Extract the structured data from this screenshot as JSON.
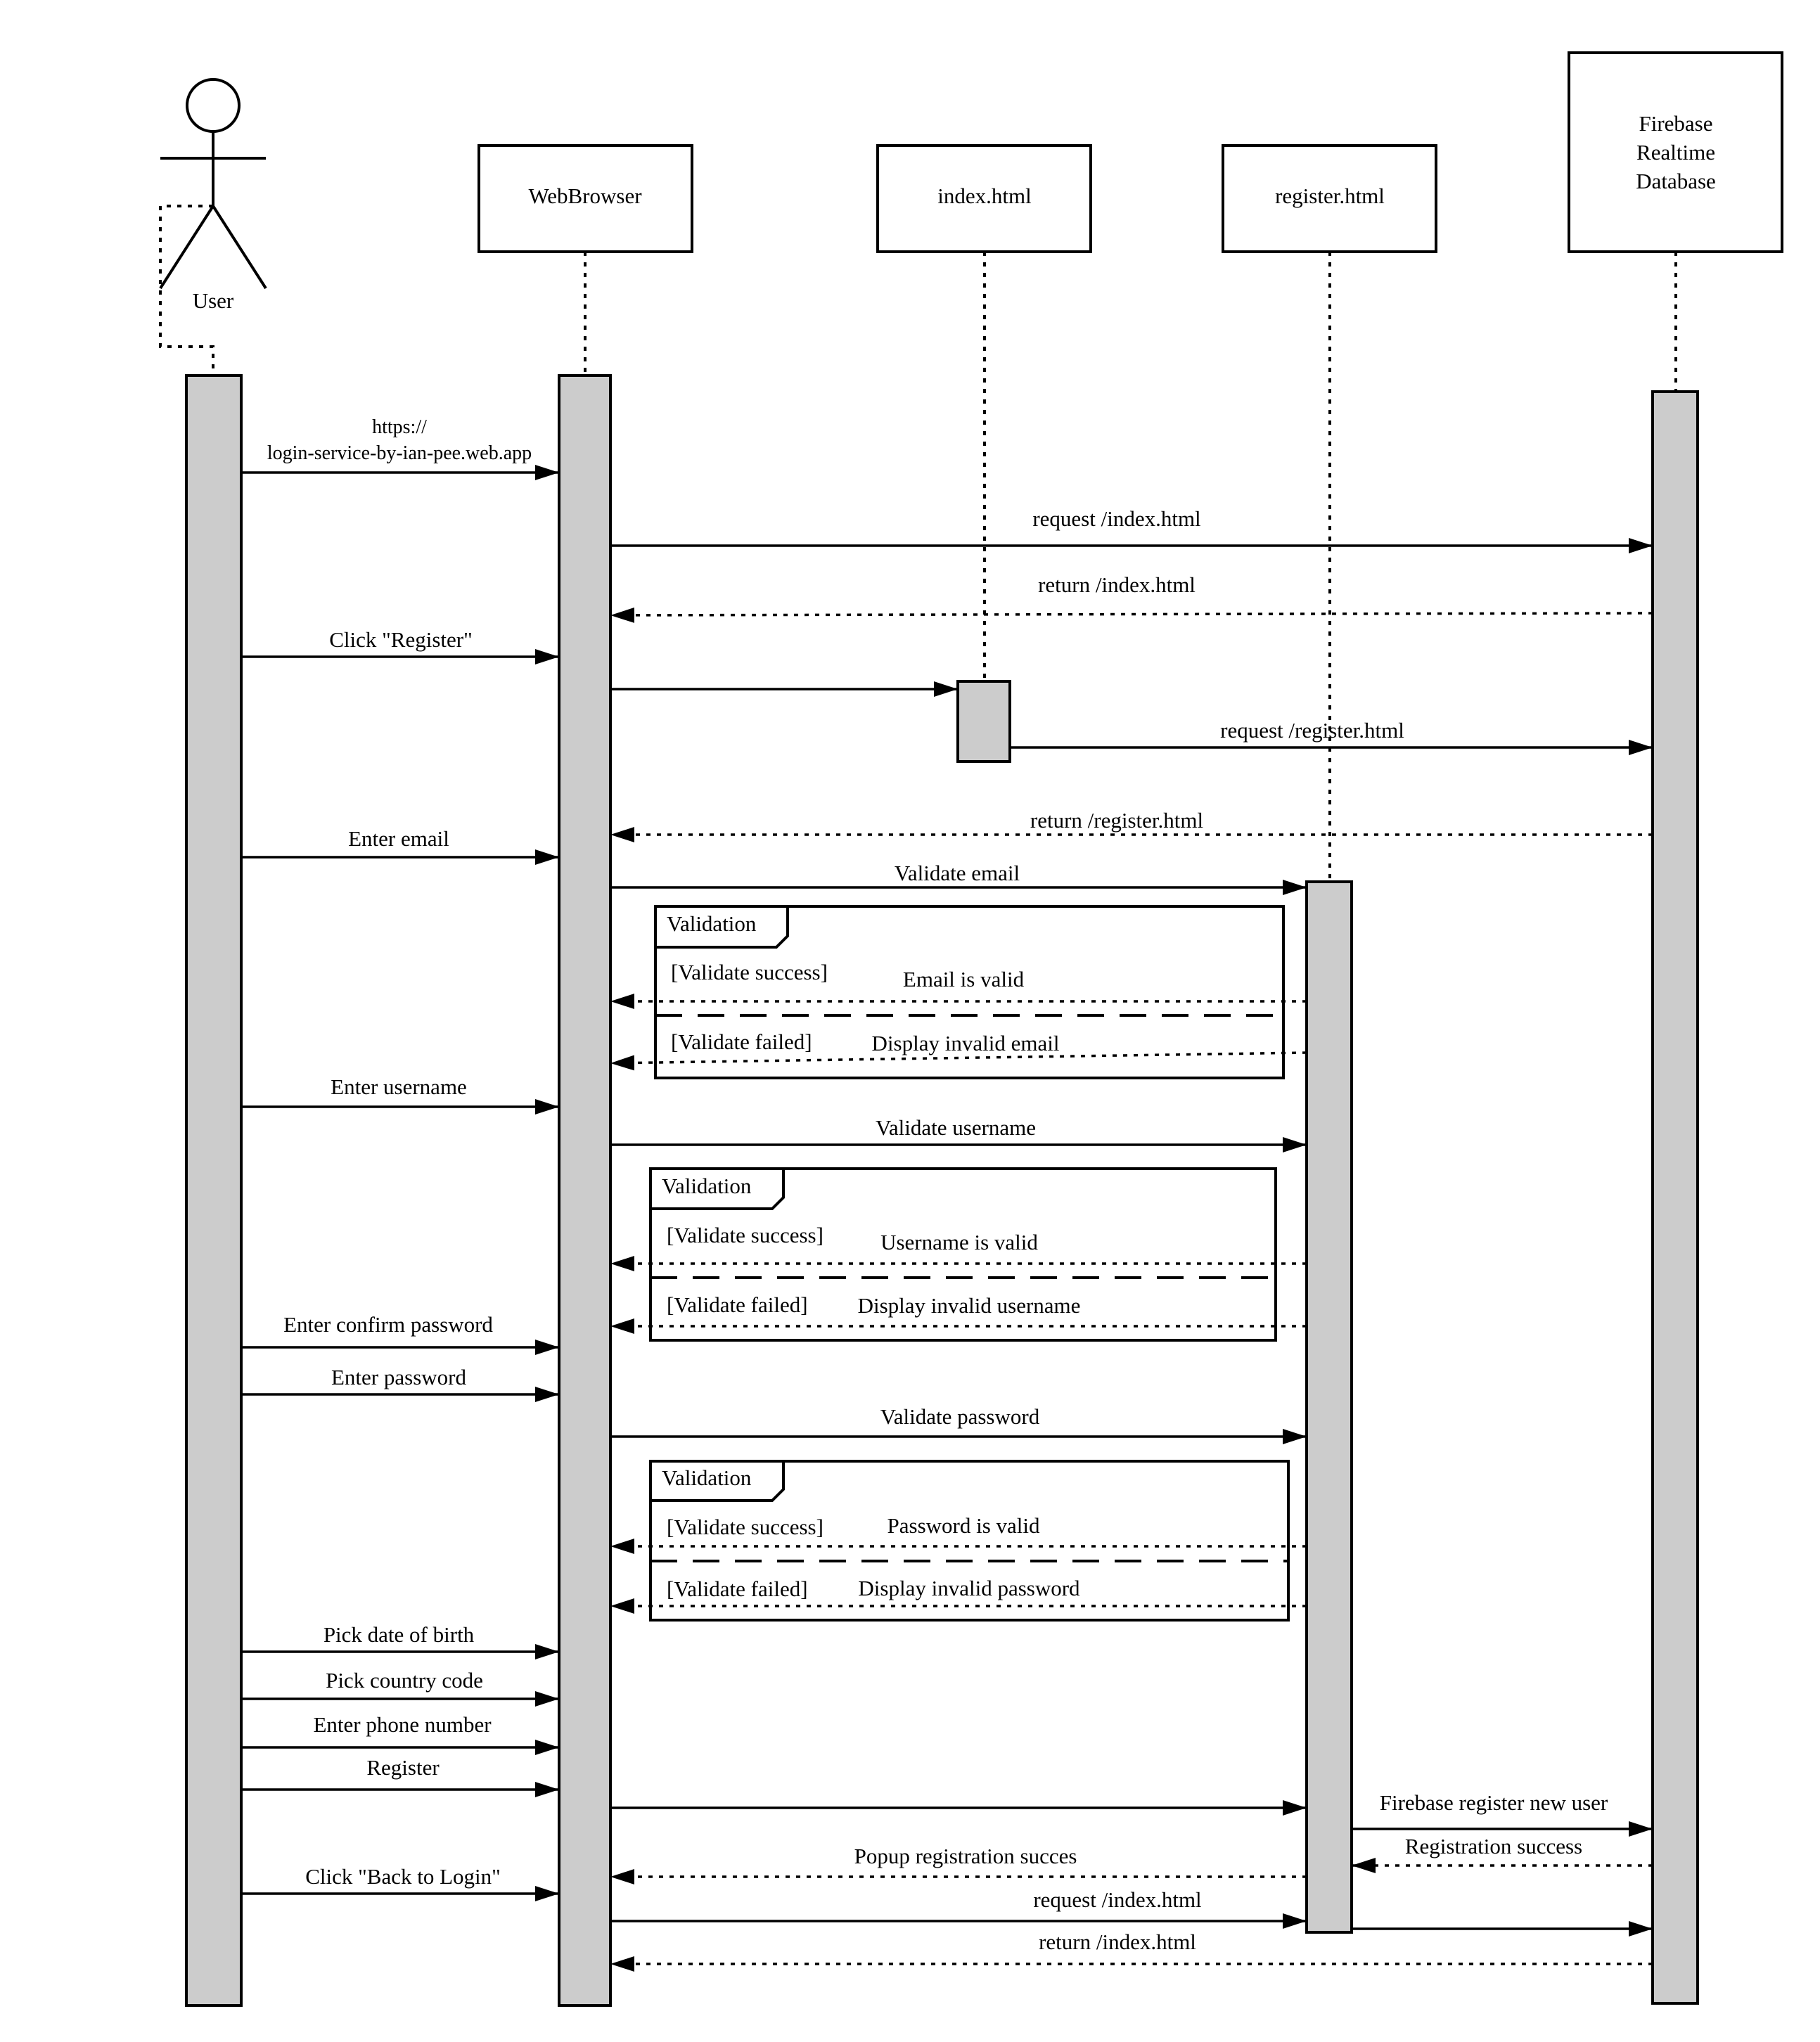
{
  "participants": {
    "user": "User",
    "browser": "WebBrowser",
    "index": "index.html",
    "register": "register.html",
    "firebase": [
      "Firebase",
      "Realtime",
      "Database"
    ]
  },
  "messages": {
    "url_line1": "https://",
    "url_line2": "login-service-by-ian-pee.web.app",
    "request_index": "request /index.html",
    "return_index": "return /index.html",
    "click_register": "Click \"Register\"",
    "request_register": "request /register.html",
    "return_register": "return /register.html",
    "enter_email": "Enter email",
    "validate_email": "Validate email",
    "enter_username": "Enter username",
    "validate_username": "Validate username",
    "enter_confirm_password": "Enter confirm password",
    "enter_password": "Enter password",
    "validate_password": "Validate password",
    "pick_dob": "Pick date of birth",
    "pick_country": "Pick country code",
    "enter_phone": "Enter phone number",
    "register": "Register",
    "firebase_register": "Firebase register new user",
    "registration_success": "Registration success",
    "popup_success": "Popup registration succes",
    "click_back": "Click \"Back to Login\"",
    "request_index_2": "request /index.html",
    "return_index_2": "return /index.html"
  },
  "fragments": [
    {
      "title": "Validation",
      "success_guard": "[Validate success]",
      "success_msg": "Email is valid",
      "failed_guard": "[Validate failed]",
      "failed_msg": "Display invalid email"
    },
    {
      "title": "Validation",
      "success_guard": "[Validate success]",
      "success_msg": "Username is valid",
      "failed_guard": "[Validate failed]",
      "failed_msg": "Display invalid username"
    },
    {
      "title": "Validation",
      "success_guard": "[Validate success]",
      "success_msg": "Password is valid",
      "failed_guard": "[Validate failed]",
      "failed_msg": "Display invalid password"
    }
  ]
}
